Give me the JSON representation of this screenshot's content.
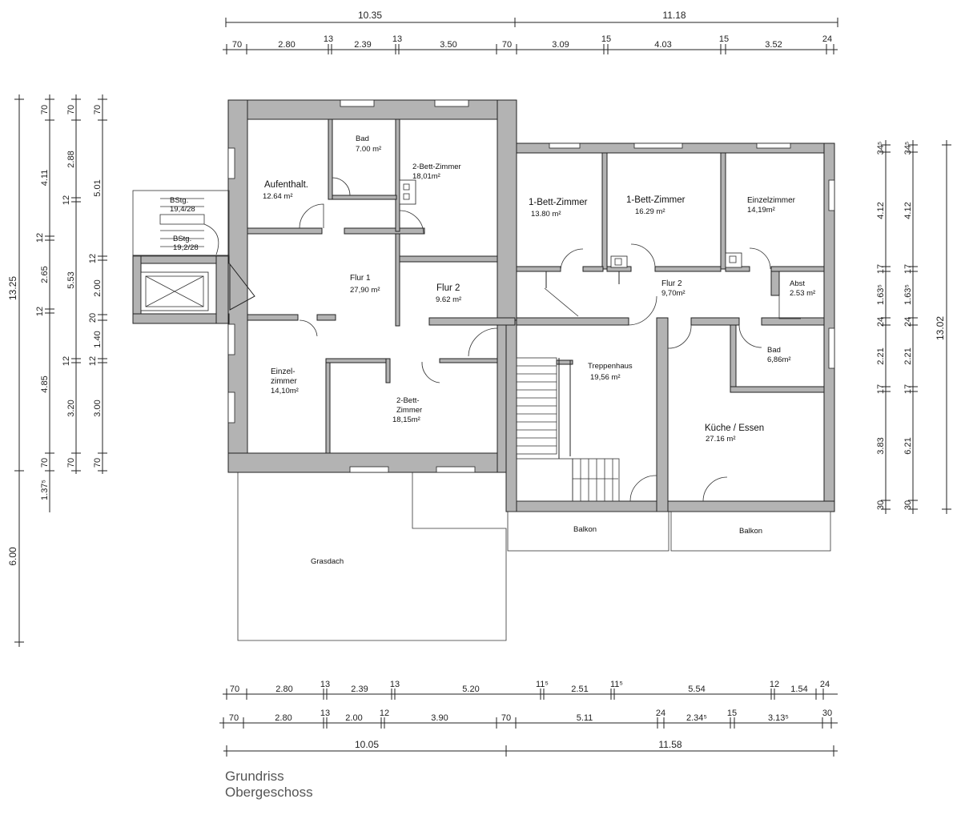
{
  "title": {
    "line1": "Grundriss",
    "line2": "Obergeschoss"
  },
  "rooms": {
    "aufenthalt": {
      "name": "Aufenthalt.",
      "area": "12.64 m²"
    },
    "bad1": {
      "name": "Bad",
      "area": "7.00 m²"
    },
    "zimmer2a": {
      "name": "2-Bett-Zimmer",
      "area": "18,01m²"
    },
    "bett1a": {
      "name": "1-Bett-Zimmer",
      "area": "13.80 m²"
    },
    "bett1b": {
      "name": "1-Bett-Zimmer",
      "area": "16.29 m²"
    },
    "einzel1": {
      "name": "Einzelzimmer",
      "area": "14,19m²"
    },
    "flur1": {
      "name": "Flur 1",
      "area": "27,90 m²"
    },
    "flur2a": {
      "name": "Flur 2",
      "area": "9.62 m²"
    },
    "flur2b": {
      "name": "Flur 2",
      "area": "9,70m²"
    },
    "abst": {
      "name": "Abst",
      "area": "2.53 m²"
    },
    "bad2": {
      "name": "Bad",
      "area": "6,86m²"
    },
    "einzel2": {
      "name1": "Einzel-",
      "name2": "zimmer",
      "area": "14,10m²"
    },
    "zimmer2b": {
      "name1": "2-Bett-",
      "name2": "Zimmer",
      "area": "18,15m²"
    },
    "treppenhaus": {
      "name": "Treppenhaus",
      "area": "19,56 m²"
    },
    "kueche": {
      "name": "Küche / Essen",
      "area": "27.16 m²"
    },
    "stair1": {
      "name": "BStg.",
      "area": "19,4/28"
    },
    "stair2": {
      "name": "BStg.",
      "area": "19,2/28"
    },
    "balkon1": {
      "name": "Balkon"
    },
    "balkon2": {
      "name": "Balkon"
    },
    "grasdach": {
      "name": "Grasdach"
    }
  },
  "dimensions": {
    "top_total": [
      "10.35",
      "11.18"
    ],
    "top_row": [
      "70",
      "2.80",
      "13",
      "2.39",
      "13",
      "3.50",
      "70",
      "3.09",
      "15",
      "4.03",
      "15",
      "3.52",
      "24"
    ],
    "bottom_row1": [
      "70",
      "2.80",
      "13",
      "2.39",
      "13",
      "5.20",
      "11⁵",
      "2.51",
      "11⁵",
      "5.54",
      "12",
      "1.54",
      "24"
    ],
    "bottom_row2": [
      "70",
      "2.80",
      "13",
      "2.00",
      "12",
      "3.90",
      "70",
      "5.11",
      "24",
      "2.34⁵",
      "15",
      "3.13⁵",
      "30"
    ],
    "bottom_total": [
      "10.05",
      "11.58"
    ],
    "left_total": [
      "13.25",
      "6.00"
    ],
    "left_col1": [
      "70",
      "4.11",
      "12",
      "2.65",
      "12",
      "4.85",
      "1.37⁵",
      "70"
    ],
    "left_col2": [
      "70",
      "2.88",
      "12",
      "5.53",
      "12",
      "3.20",
      "70"
    ],
    "left_col3": [
      "70",
      "5.01",
      "12",
      "2.00",
      "20",
      "1.40",
      "12",
      "3.00",
      "70"
    ],
    "right_total": [
      "13.02"
    ],
    "right_col1": [
      "34⁵",
      "4.12",
      "17",
      "1.63⁵",
      "24",
      "2.21",
      "17",
      "3.83",
      "30"
    ],
    "right_col2": [
      "34⁵",
      "4.12",
      "17",
      "1.63⁵",
      "24",
      "2.21",
      "17",
      "6.21",
      "30"
    ]
  }
}
